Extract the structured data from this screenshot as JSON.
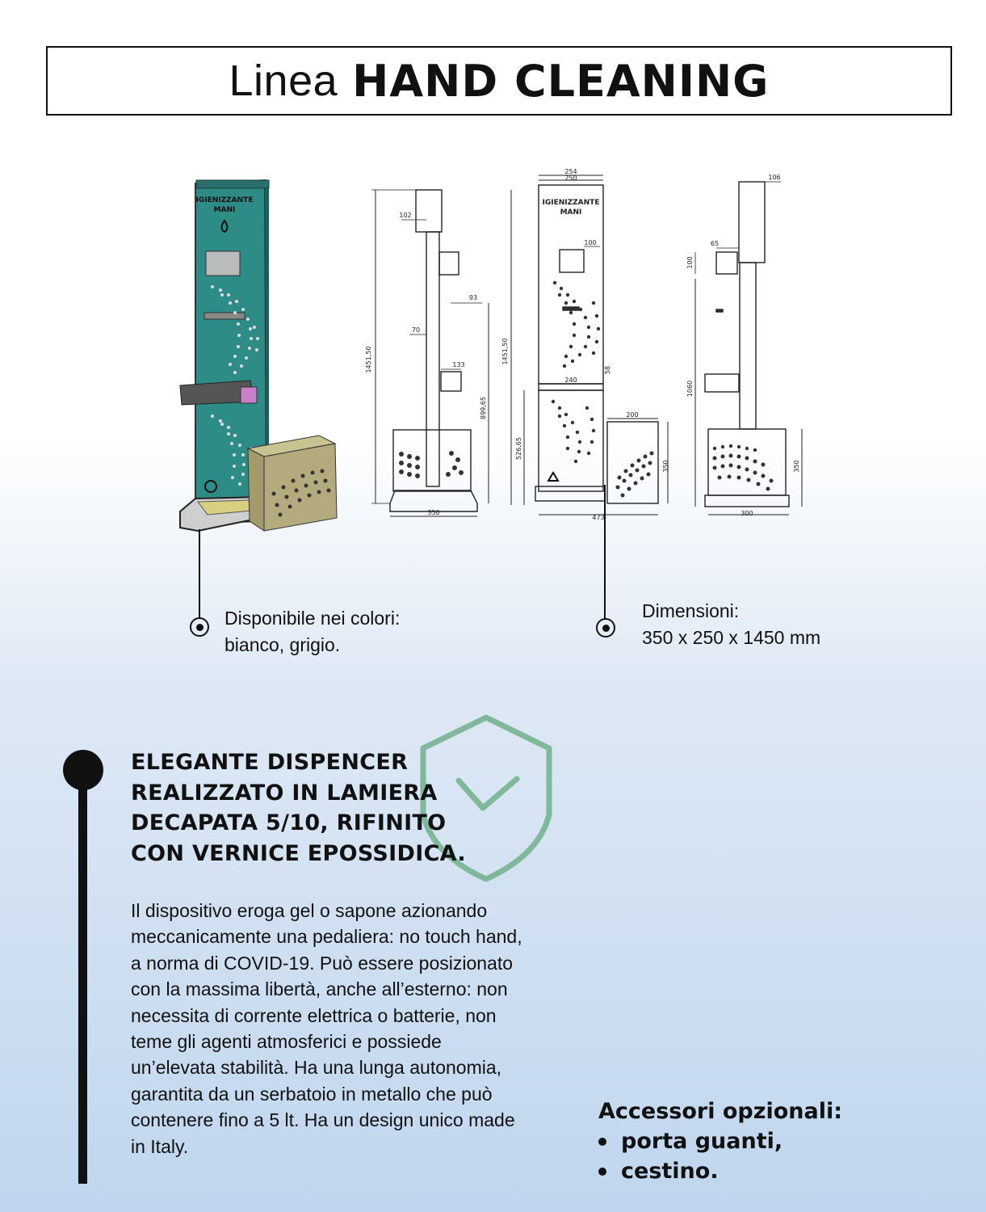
{
  "header": {
    "title_light": "Linea",
    "title_bold": "HAND CLEANING"
  },
  "drawing": {
    "render_label_line1": "IGIENIZZANTE",
    "render_label_line2": "MANI",
    "dims_side": [
      "1451,50",
      "102",
      "93",
      "70",
      "133",
      "899,65",
      "350"
    ],
    "dims_front": [
      "254",
      "250",
      "IGIENIZZANTE",
      "MANI",
      "100",
      "1451,50",
      "240",
      "58",
      "526,65",
      "200",
      "350",
      "473"
    ],
    "dims_back": [
      "106",
      "65",
      "100",
      "1060",
      "350",
      "300"
    ]
  },
  "callouts": {
    "colors_line1": "Disponibile nei colori:",
    "colors_line2": "bianco, grigio.",
    "dimensions_line1": "Dimensioni:",
    "dimensions_line2": "350 x 250 x 1450 mm"
  },
  "feature": {
    "headline_lines": [
      "ELEGANTE DISPENCER",
      "REALIZZATO IN LAMIERA",
      "DECAPATA 5/10, RIFINITO",
      "CON VERNICE EPOSSIDICA."
    ],
    "body": "Il dispositivo eroga gel o sapone azionando meccanicamente una pedaliera: no touch hand, a norma di COVID-19. Può essere posizionato con la massima libertà, anche all’esterno: non necessita di corrente elettrica o batterie, non teme gli agenti atmosferici e possiede un’elevata stabilità. Ha una lunga autonomia, garantita da un serbatoio in metallo che può contenere fino a 5 lt. Ha un design unico made in Italy."
  },
  "accessories": {
    "title": "Accessori opzionali:",
    "items": [
      "porta guanti,",
      "cestino."
    ]
  },
  "colors": {
    "teal_body": "#2e8c86",
    "basket": "#b3ab7d",
    "shield": "#7fb89a"
  }
}
